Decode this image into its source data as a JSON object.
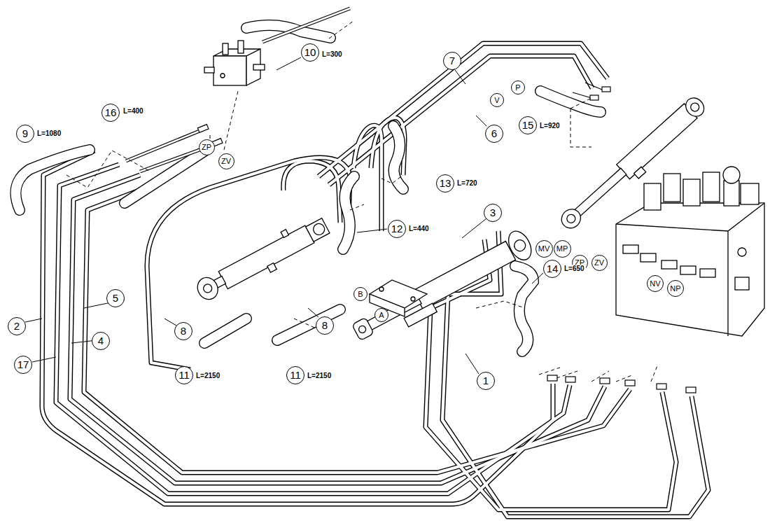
{
  "diagram": {
    "nodes": [
      {
        "text": [
          "10"
        ]
      },
      {
        "text": [
          "16"
        ]
      },
      {
        "text": [
          "9"
        ]
      },
      {
        "text": [
          "7"
        ]
      },
      {
        "text": [
          "6"
        ]
      },
      {
        "text": [
          "15"
        ]
      },
      {
        "text": [
          "13"
        ]
      },
      {
        "text": [
          "12"
        ]
      },
      {
        "text": [
          "3"
        ]
      },
      {
        "text": [
          "14"
        ]
      },
      {
        "text": [
          "1"
        ]
      },
      {
        "text": [
          "11"
        ]
      },
      {
        "text": [
          "11"
        ]
      },
      {
        "text": [
          "8"
        ]
      },
      {
        "text": [
          "8"
        ]
      },
      {
        "text": [
          "2"
        ]
      },
      {
        "text": [
          "5"
        ]
      },
      {
        "text": [
          "4"
        ]
      },
      {
        "text": [
          "17"
        ]
      },
      {
        "text": [
          "ZP"
        ]
      },
      {
        "text": [
          "ZV"
        ]
      },
      {
        "text": [
          "P"
        ]
      },
      {
        "text": [
          "V"
        ]
      },
      {
        "text": [
          "B"
        ]
      },
      {
        "text": [
          "A"
        ]
      },
      {
        "text": [
          "MV"
        ]
      },
      {
        "text": [
          "MP"
        ]
      },
      {
        "text": [
          "ZP"
        ]
      },
      {
        "text": [
          "ZV"
        ]
      },
      {
        "text": [
          "NV"
        ]
      },
      {
        "text": [
          "NP"
        ]
      }
    ],
    "labels": [
      "L=300",
      "L=400",
      "L=1080",
      "L=920",
      "L=720",
      "L=440",
      "L=650",
      "L=2150",
      "L=2150"
    ]
  }
}
